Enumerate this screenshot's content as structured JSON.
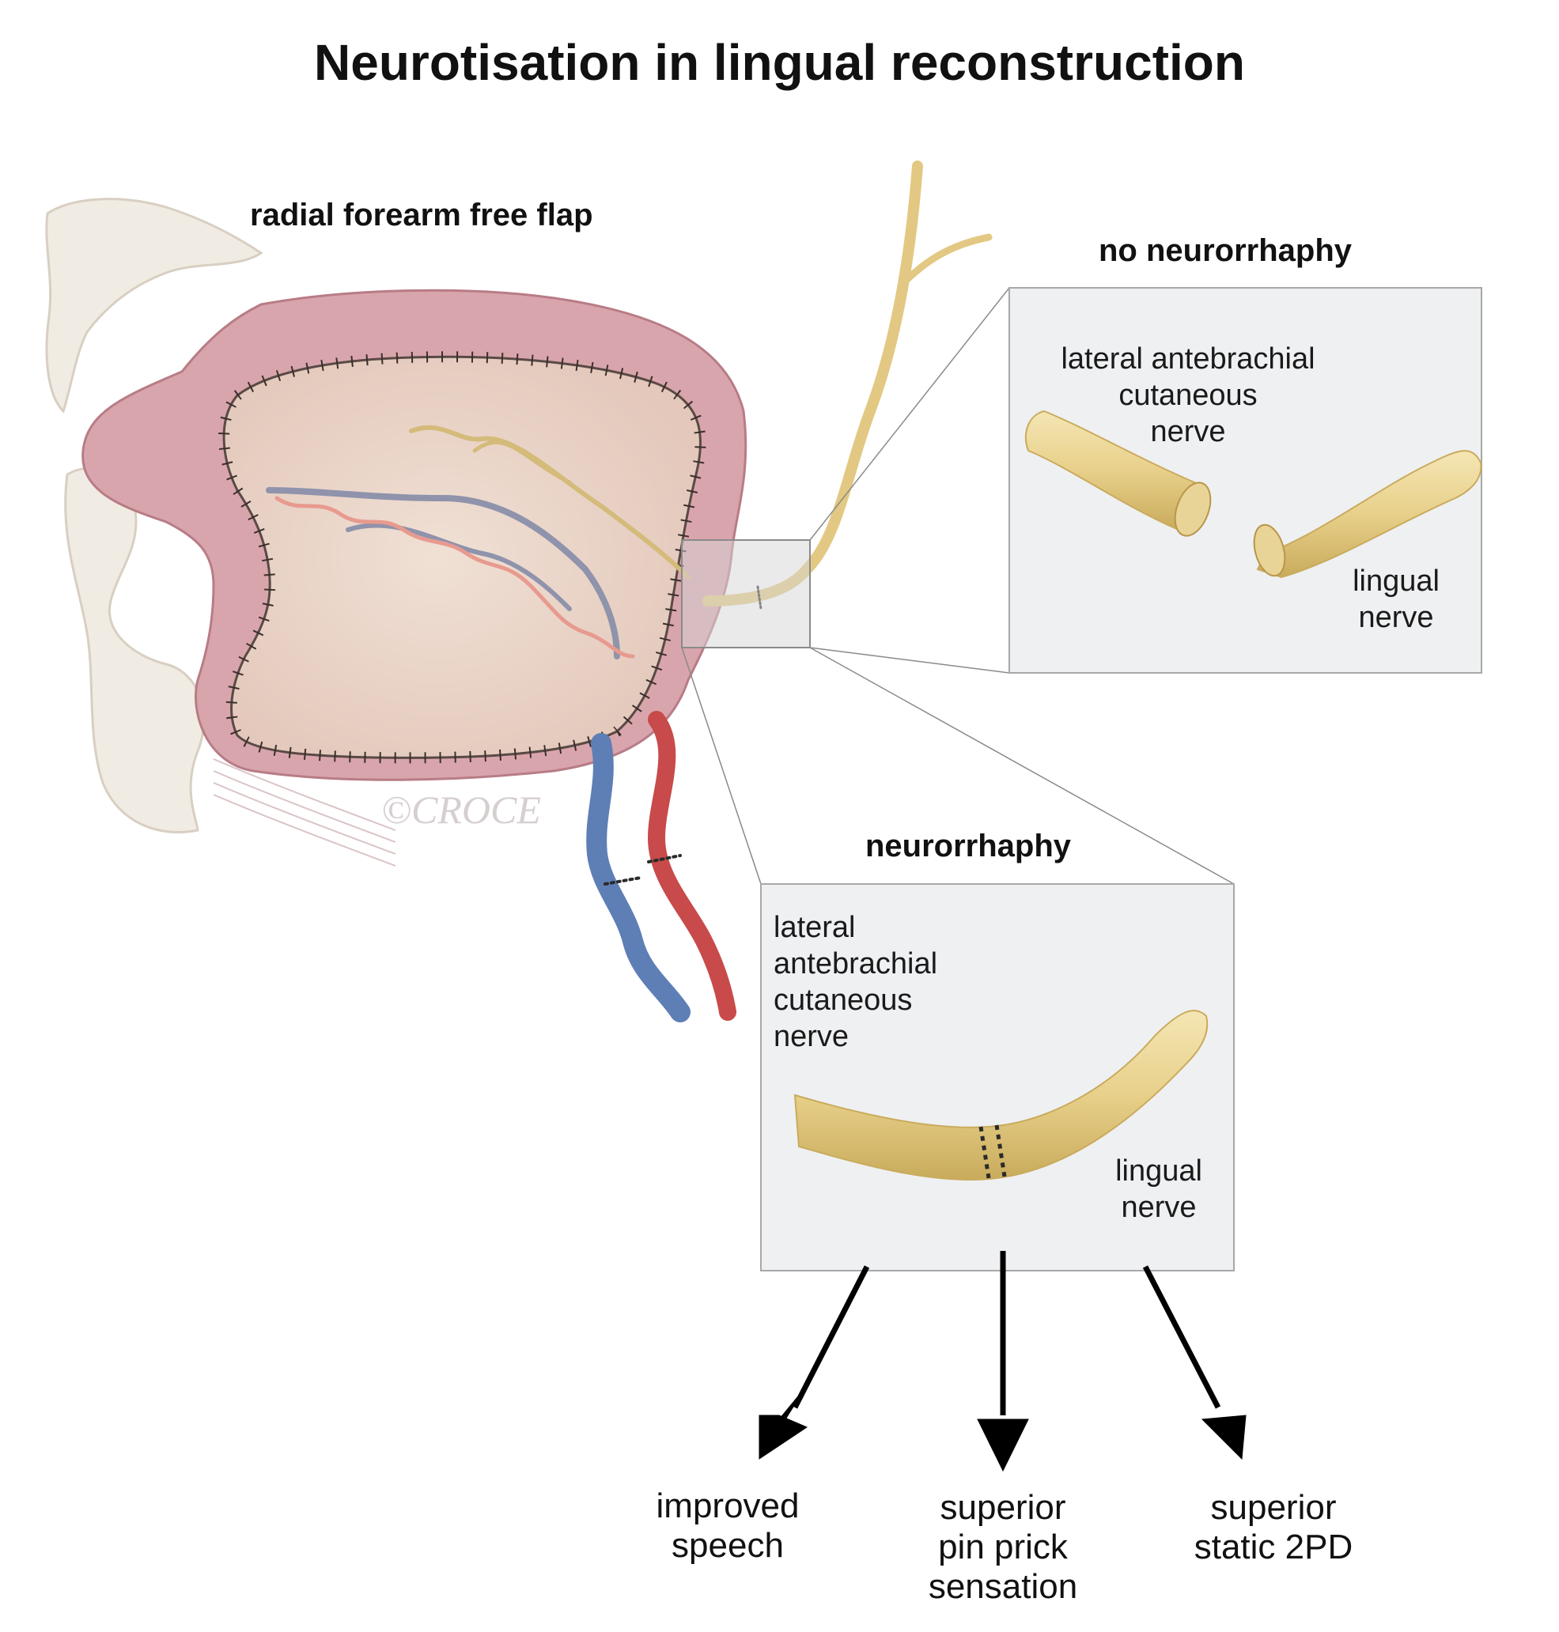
{
  "title": "Neurotisation in lingual reconstruction",
  "flap_label": "radial forearm free flap",
  "watermark": "©CROCE",
  "panels": {
    "no_neurorrhaphy": {
      "heading": "no neurorrhaphy",
      "donor_nerve_lines": [
        "lateral antebrachial",
        "cutaneous",
        "nerve"
      ],
      "recipient_nerve_lines": [
        "lingual",
        "nerve"
      ]
    },
    "neurorrhaphy": {
      "heading": "neurorrhaphy",
      "donor_nerve_lines": [
        "lateral",
        "antebrachial",
        "cutaneous",
        "nerve"
      ],
      "recipient_nerve_lines": [
        "lingual",
        "nerve"
      ]
    }
  },
  "outcomes": [
    {
      "lines": [
        "improved",
        "speech"
      ]
    },
    {
      "lines": [
        "superior",
        "pin prick",
        "sensation"
      ]
    },
    {
      "lines": [
        "superior",
        "static 2PD"
      ]
    }
  ],
  "colors": {
    "flap_border": "#c98f98",
    "flap_skin": "#ead6c9",
    "nerve": "#e6cf8c",
    "artery": "#c84a4a",
    "vein": "#5e7fb5",
    "panel_bg": "#eff0f2",
    "arrow": "#000000"
  }
}
